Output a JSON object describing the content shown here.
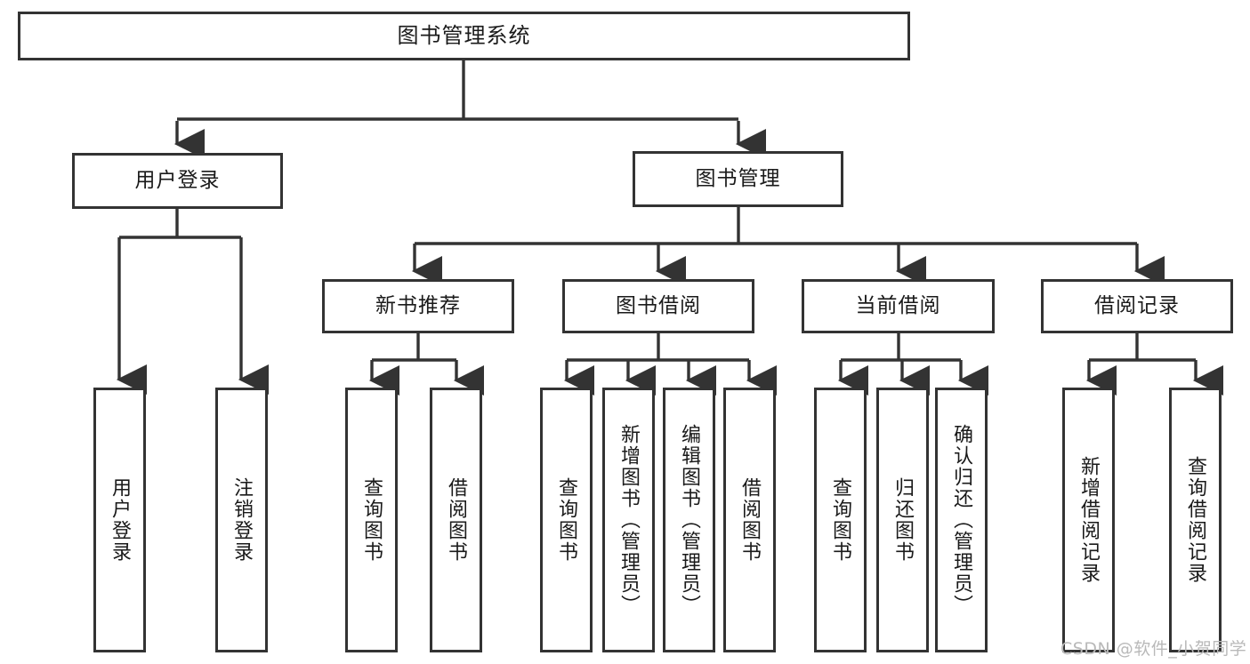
{
  "diagram": {
    "type": "tree-hierarchy-chart",
    "title": "图书管理系统",
    "colors": {
      "box_border": "#333333",
      "box_fill": "#ffffff",
      "connector": "#333333",
      "background": "#ffffff",
      "watermark": "#b9b9b9"
    },
    "levels": {
      "root": {
        "label": "图书管理系统"
      },
      "level2": [
        {
          "id": "user-login",
          "label": "用户登录"
        },
        {
          "id": "book-management",
          "label": "图书管理"
        }
      ],
      "level3": [
        {
          "id": "new-book-recommend",
          "label": "新书推荐",
          "parent": "book-management"
        },
        {
          "id": "book-borrow",
          "label": "图书借阅",
          "parent": "book-management"
        },
        {
          "id": "current-borrow",
          "label": "当前借阅",
          "parent": "book-management"
        },
        {
          "id": "borrow-record",
          "label": "借阅记录",
          "parent": "book-management"
        }
      ],
      "leaves": [
        {
          "id": "leaf-user-login",
          "label": "用户登录",
          "parent": "user-login"
        },
        {
          "id": "leaf-logout-login",
          "label": "注销登录",
          "parent": "user-login"
        },
        {
          "id": "leaf-query-book-1",
          "label": "查询图书",
          "parent": "new-book-recommend"
        },
        {
          "id": "leaf-borrow-book-1",
          "label": "借阅图书",
          "parent": "new-book-recommend"
        },
        {
          "id": "leaf-query-book-2",
          "label": "查询图书",
          "parent": "book-borrow"
        },
        {
          "id": "leaf-add-book",
          "label": "新增图书（管理员）",
          "parent": "book-borrow"
        },
        {
          "id": "leaf-edit-book",
          "label": "编辑图书（管理员）",
          "parent": "book-borrow"
        },
        {
          "id": "leaf-borrow-book-2",
          "label": "借阅图书",
          "parent": "book-borrow"
        },
        {
          "id": "leaf-query-book-3",
          "label": "查询图书",
          "parent": "current-borrow"
        },
        {
          "id": "leaf-return-book",
          "label": "归还图书",
          "parent": "current-borrow"
        },
        {
          "id": "leaf-confirm-return",
          "label": "确认归还（管理员）",
          "parent": "current-borrow"
        },
        {
          "id": "leaf-add-record",
          "label": "新增借阅记录",
          "parent": "borrow-record"
        },
        {
          "id": "leaf-query-record",
          "label": "查询借阅记录",
          "parent": "borrow-record"
        }
      ]
    },
    "watermark": "CSDN @软件_小贺同学"
  }
}
